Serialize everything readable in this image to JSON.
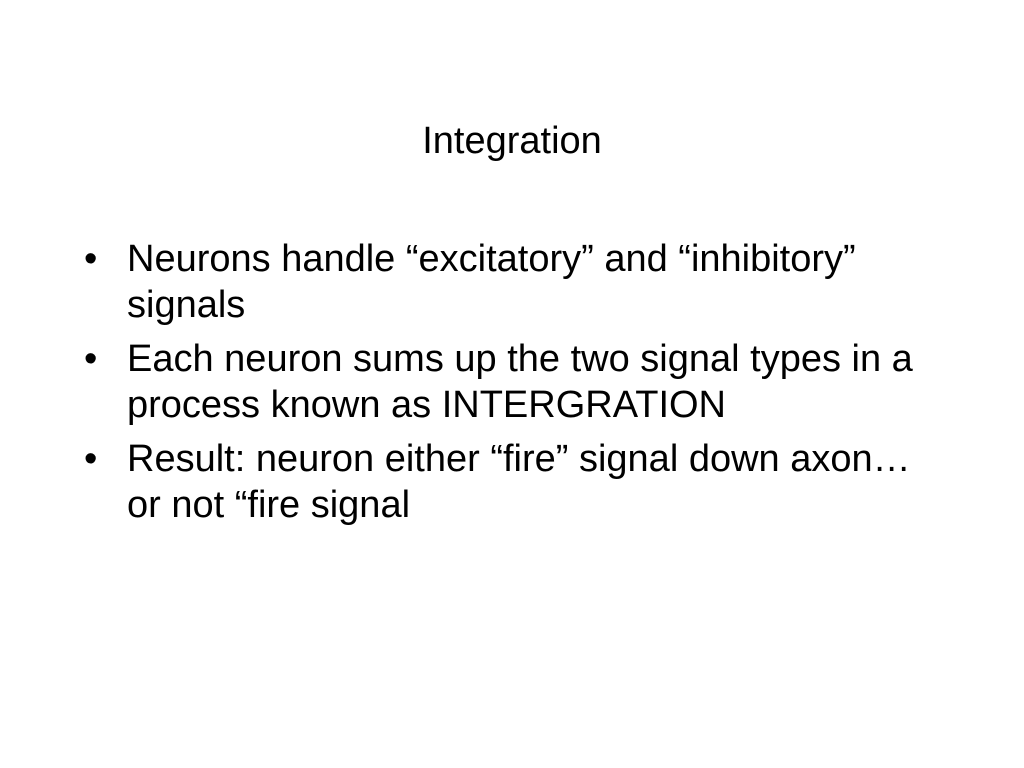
{
  "slide": {
    "title": "Integration",
    "bullet_glyph": "•",
    "bullets": [
      {
        "text": "Neurons handle “excitatory” and “inhibitory” signals"
      },
      {
        "text": "Each neuron sums up the two signal types in a process known as INTERGRATION"
      },
      {
        "text": "Result:  neuron either “fire” signal down axon…or not “fire signal"
      }
    ]
  }
}
